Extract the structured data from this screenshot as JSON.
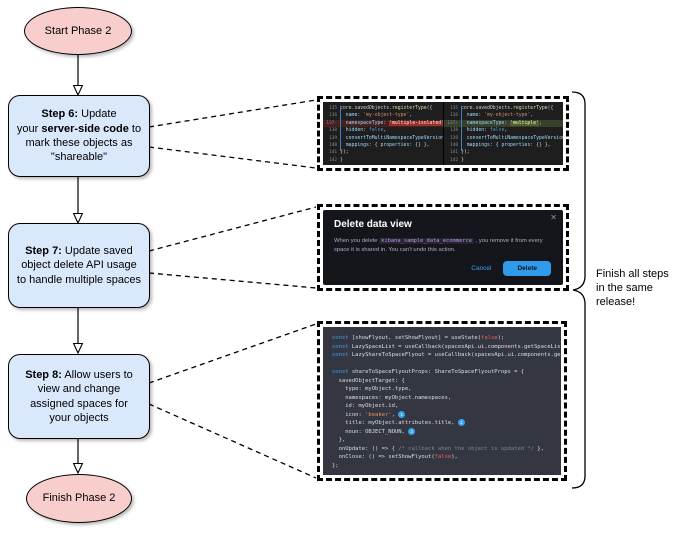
{
  "colors": {
    "node_pink": "#f8cecc",
    "node_blue": "#dae8fc",
    "accent_blue": "#36a2ef",
    "diff_delete_bg": "#46201e",
    "diff_add_bg": "#36402a",
    "dialog_bg": "#15161c",
    "code_bg": "#343741"
  },
  "flow": {
    "start_label": "Start Phase 2",
    "finish_label": "Finish Phase 2",
    "step6": [
      {
        "t": "Step 6:",
        "c": "b"
      },
      {
        "t": " Update"
      },
      {
        "br": 1
      },
      {
        "t": "your "
      },
      {
        "t": "server-side code",
        "c": "b"
      },
      {
        "t": " to"
      },
      {
        "br": 1
      },
      {
        "t": "mark these objects as"
      },
      {
        "br": 1
      },
      {
        "t": "\"shareable\""
      }
    ],
    "step7": [
      {
        "t": "Step 7:",
        "c": "b"
      },
      {
        "t": " Update saved"
      },
      {
        "br": 1
      },
      {
        "t": "object delete API usage"
      },
      {
        "br": 1
      },
      {
        "t": "to handle multiple spaces"
      }
    ],
    "step8": [
      {
        "t": "Step 8:",
        "c": "b"
      },
      {
        "t": " Allow users to"
      },
      {
        "br": 1
      },
      {
        "t": "view and change"
      },
      {
        "br": 1
      },
      {
        "t": "assigned spaces for"
      },
      {
        "br": 1
      },
      {
        "t": "your objects"
      }
    ],
    "note": [
      {
        "t": "Finish all steps"
      },
      {
        "br": 1
      },
      {
        "t": "in the same"
      },
      {
        "br": 1
      },
      {
        "t": "release!"
      }
    ]
  },
  "panels": {
    "diff": {
      "left": [
        {
          "n": "135",
          "seg": [
            {
              "t": "core.savedObjects.",
              "c": "pl"
            },
            {
              "t": "registerType",
              "c": "fn"
            },
            {
              "t": "({",
              "c": "pl"
            }
          ]
        },
        {
          "n": "136",
          "seg": [
            {
              "t": "  ",
              "c": "pl"
            },
            {
              "t": "name",
              "c": "prop"
            },
            {
              "t": ": ",
              "c": "pl"
            },
            {
              "t": "'my-object-type'",
              "c": "str"
            },
            {
              "t": ",",
              "c": "pl"
            }
          ]
        },
        {
          "n": "137-",
          "bg": "del",
          "seg": [
            {
              "t": "  ",
              "c": "pl"
            },
            {
              "t": "namespaceType",
              "c": "prop"
            },
            {
              "t": ": ",
              "c": "pl"
            },
            {
              "t": "'multiple-isolated'",
              "c": "strdel"
            },
            {
              "t": ",",
              "c": "pl"
            }
          ]
        },
        {
          "n": "138",
          "seg": [
            {
              "t": "  ",
              "c": "pl"
            },
            {
              "t": "hidden",
              "c": "prop"
            },
            {
              "t": ": ",
              "c": "pl"
            },
            {
              "t": "false",
              "c": "kw"
            },
            {
              "t": ",",
              "c": "pl"
            }
          ]
        },
        {
          "n": "139",
          "seg": [
            {
              "t": "  ",
              "c": "pl"
            },
            {
              "t": "convertToMultiNamespaceTypeVersion",
              "c": "prop"
            },
            {
              "t": ": '",
              "c": "pl"
            }
          ]
        },
        {
          "n": "140",
          "seg": [
            {
              "t": "  ",
              "c": "pl"
            },
            {
              "t": "mappings",
              "c": "prop"
            },
            {
              "t": ": { ",
              "c": "pl"
            },
            {
              "t": "properties",
              "c": "prop"
            },
            {
              "t": ": {} },",
              "c": "pl"
            }
          ]
        },
        {
          "n": "141",
          "seg": [
            {
              "t": "});",
              "c": "pl"
            }
          ]
        },
        {
          "n": "142",
          "seg": [
            {
              "t": "}",
              "c": "pl"
            }
          ]
        }
      ],
      "right": [
        {
          "n": "135",
          "seg": [
            {
              "t": "core.savedObjects.",
              "c": "pl"
            },
            {
              "t": "registerType",
              "c": "fn"
            },
            {
              "t": "({",
              "c": "pl"
            }
          ]
        },
        {
          "n": "136",
          "seg": [
            {
              "t": "  ",
              "c": "pl"
            },
            {
              "t": "name",
              "c": "prop"
            },
            {
              "t": ": ",
              "c": "pl"
            },
            {
              "t": "'my-object-type'",
              "c": "str"
            },
            {
              "t": ",",
              "c": "pl"
            }
          ]
        },
        {
          "n": "137+",
          "bg": "add",
          "seg": [
            {
              "t": "  ",
              "c": "pl"
            },
            {
              "t": "namespaceType",
              "c": "prop"
            },
            {
              "t": ": ",
              "c": "pl"
            },
            {
              "t": "'multiple'",
              "c": "stradd"
            },
            {
              "t": ",",
              "c": "pl"
            }
          ]
        },
        {
          "n": "138",
          "seg": [
            {
              "t": "  ",
              "c": "pl"
            },
            {
              "t": "hidden",
              "c": "prop"
            },
            {
              "t": ": ",
              "c": "pl"
            },
            {
              "t": "false",
              "c": "kw"
            },
            {
              "t": ",",
              "c": "pl"
            }
          ]
        },
        {
          "n": "139",
          "seg": [
            {
              "t": "  ",
              "c": "pl"
            },
            {
              "t": "convertToMultiNamespaceTypeVersion",
              "c": "prop"
            },
            {
              "t": ": '",
              "c": "pl"
            }
          ]
        },
        {
          "n": "140",
          "seg": [
            {
              "t": "  ",
              "c": "pl"
            },
            {
              "t": "mappings",
              "c": "prop"
            },
            {
              "t": ": { ",
              "c": "pl"
            },
            {
              "t": "properties",
              "c": "prop"
            },
            {
              "t": ": {} },",
              "c": "pl"
            }
          ]
        },
        {
          "n": "141",
          "seg": [
            {
              "t": "});",
              "c": "pl"
            }
          ]
        },
        {
          "n": "142",
          "seg": [
            {
              "t": "}",
              "c": "pl"
            }
          ]
        }
      ]
    },
    "dialog": {
      "title": "Delete data view",
      "close_glyph": "✕",
      "body": [
        {
          "t": "When you delete "
        },
        {
          "t": "kibana_sample_data_ecommerce",
          "c": "code"
        },
        {
          "t": " , you remove it from every space it is shared in. You can't undo this action."
        }
      ],
      "cancel_label": "Cancel",
      "delete_label": "Delete"
    },
    "code": {
      "lines": [
        {
          "seg": [
            {
              "t": "const ",
              "c": "kw"
            },
            {
              "t": "[showFlyout, setShowFlyout] = useState(",
              "c": "pl"
            },
            {
              "t": "false",
              "c": "orng"
            },
            {
              "t": ");",
              "c": "pl"
            }
          ]
        },
        {
          "seg": [
            {
              "t": "const ",
              "c": "kw"
            },
            {
              "t": "LazySpaceList = useCallback(spacesApi.ui.components.getSpaceLis",
              "c": "pl"
            }
          ]
        },
        {
          "seg": [
            {
              "t": "const ",
              "c": "kw"
            },
            {
              "t": "LazyShareToSpaceFlyout = useCallback(spacesApi.ui.components.ge",
              "c": "pl"
            }
          ]
        },
        {
          "seg": [
            {
              "t": " ",
              "c": "pl"
            }
          ]
        },
        {
          "seg": [
            {
              "t": "const ",
              "c": "kw"
            },
            {
              "t": "shareToSpaceFlyoutProps: ShareToSpaceFlyoutProps = {",
              "c": "pl"
            }
          ]
        },
        {
          "seg": [
            {
              "t": "  savedObjectTarget: {",
              "c": "pl"
            }
          ]
        },
        {
          "seg": [
            {
              "t": "    type: myObject.type,",
              "c": "pl"
            }
          ]
        },
        {
          "seg": [
            {
              "t": "    namespaces: myObject.namespaces,",
              "c": "pl"
            }
          ]
        },
        {
          "seg": [
            {
              "t": "    id: myObject.id,",
              "c": "pl"
            }
          ]
        },
        {
          "seg": [
            {
              "t": "    icon: ",
              "c": "pl"
            },
            {
              "t": "'beaker'",
              "c": "str"
            },
            {
              "t": ", ",
              "c": "pl"
            },
            {
              "t": "1",
              "c": "badge"
            }
          ]
        },
        {
          "seg": [
            {
              "t": "    title: myObject.attributes.title, ",
              "c": "pl"
            },
            {
              "t": "2",
              "c": "badge"
            }
          ]
        },
        {
          "seg": [
            {
              "t": "    noun: OBJECT_NOUN, ",
              "c": "pl"
            },
            {
              "t": "3",
              "c": "badge"
            }
          ]
        },
        {
          "seg": [
            {
              "t": "  },",
              "c": "pl"
            }
          ]
        },
        {
          "seg": [
            {
              "t": "  onUpdate: () => { ",
              "c": "pl"
            },
            {
              "t": "/* callback when the object is updated */",
              "c": "cmt"
            },
            {
              "t": " },",
              "c": "pl"
            }
          ]
        },
        {
          "seg": [
            {
              "t": "  onClose: () => setShowFlyout(",
              "c": "pl"
            },
            {
              "t": "false",
              "c": "orng"
            },
            {
              "t": "),",
              "c": "pl"
            }
          ]
        },
        {
          "seg": [
            {
              "t": "};",
              "c": "pl"
            }
          ]
        }
      ]
    }
  }
}
